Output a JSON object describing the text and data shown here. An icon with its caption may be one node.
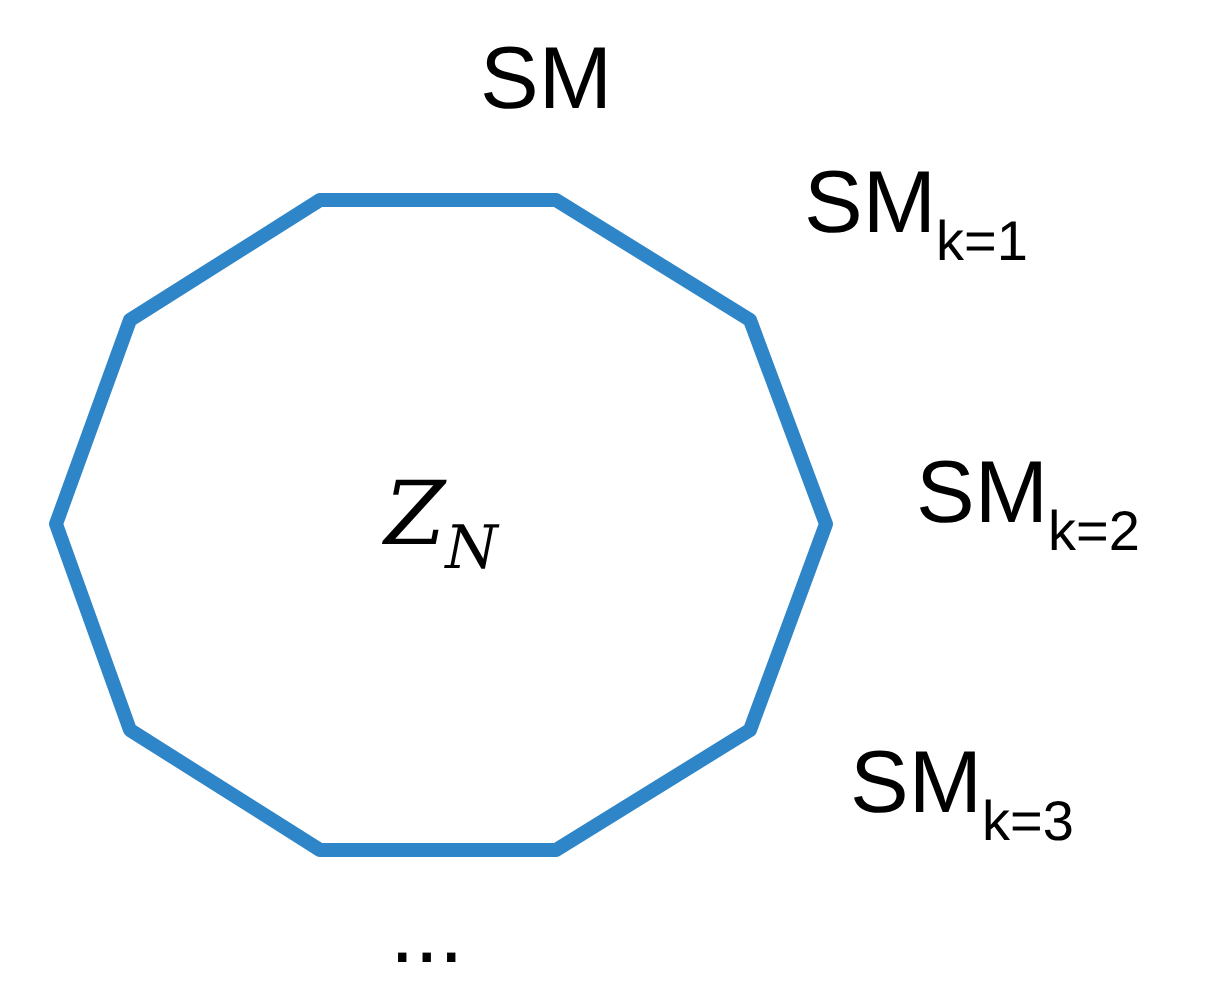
{
  "diagram": {
    "nodes": [
      {
        "text": [
          "Z$_{N}$"
        ]
      }
    ],
    "edges": [],
    "labels": [
      "SM",
      "SM$_{k=1}$",
      "SM$_{k=2}$",
      "SM$_{k=3}$",
      "..."
    ]
  }
}
